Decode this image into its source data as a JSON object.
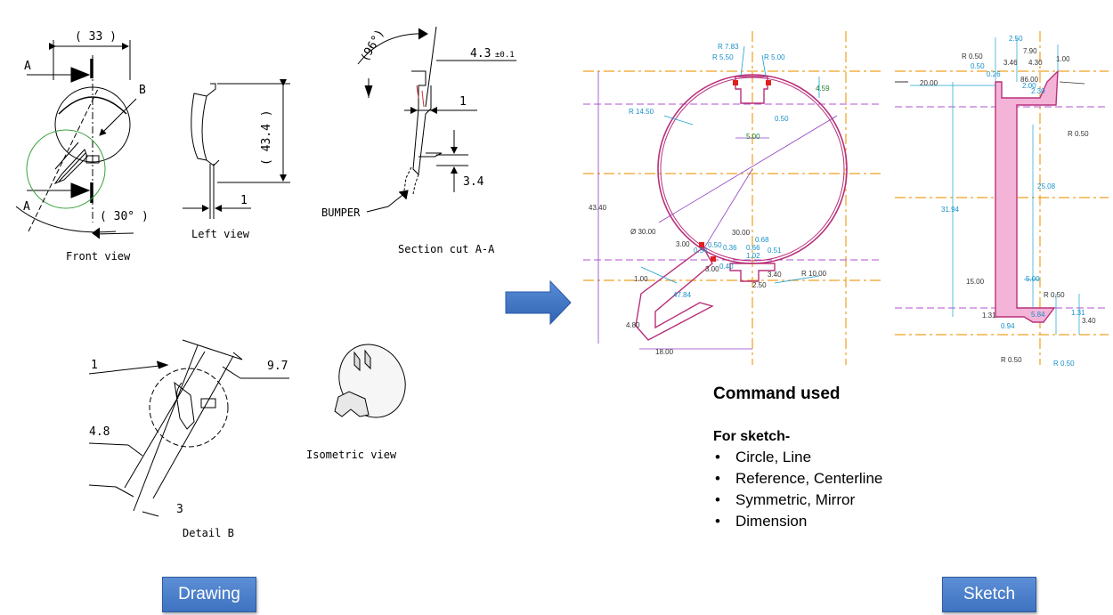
{
  "drawing": {
    "front_view": {
      "caption": "Front view",
      "dim_top": "( 33 )",
      "label_a_top": "A",
      "label_a_bottom": "A",
      "label_b": "B",
      "angle": "( 30° )"
    },
    "left_view": {
      "caption": "Left view",
      "dim_height": "( 43.4 )",
      "dim_thickness": "1"
    },
    "section": {
      "caption": "Section cut A-A",
      "angle": "(96°)",
      "dim_top": "4.3",
      "tolerance": "±0.1",
      "dim_one": "1",
      "dim_step": "3.4",
      "bumper": "BUMPER"
    },
    "detail": {
      "caption": "Detail B",
      "dim_one": "1",
      "dim_width": "9.7",
      "dim_depth": "4.8",
      "dim_small": "3"
    },
    "isometric": {
      "caption": "Isometric view"
    }
  },
  "sketch_front": {
    "labels": {
      "r783": "R 7.83",
      "r550": "R 5.50",
      "r500": "R 5.00",
      "d459": "4.59",
      "r1450": "R 14.50",
      "d050": "0.50",
      "d500": "5.00",
      "d4340": "43.40",
      "dia30": "Ø 30.00",
      "d3000": "30.00",
      "d300a": "3.00",
      "d300b": "3.00",
      "d060": "0.68",
      "d066": "0.66",
      "d051": "0.51",
      "d102": "1.02",
      "d036": "0.36",
      "d040": "0.40",
      "d050b": "0.50",
      "d054": "0.54",
      "r1000": "R 10.00",
      "d340": "3.40",
      "d250": "2.50",
      "d100": "1.00",
      "d480": "4.80",
      "d1800": "18.00",
      "d4784": "47.84"
    }
  },
  "sketch_side": {
    "labels": {
      "d250t": "2.50",
      "d790": "7.90",
      "r050a": "R 0.50",
      "d346": "3.46",
      "d430": "4.30",
      "d100": "1.00",
      "d050": "0.50",
      "d2000": "20.00",
      "d026": "0.26",
      "d8600": "86.00",
      "d200": "2.00",
      "d230": "2.30",
      "r050b": "R 0.50",
      "d2508": "25.08",
      "d3194": "31.94",
      "d1500": "15.00",
      "d500": "5.00",
      "r050c": "R 0.50",
      "d131a": "1.31",
      "d131b": "1.31",
      "d340": "3.40",
      "d094": "0.94",
      "r050d": "R 0.50",
      "r050e": "R 0.50",
      "d584": "5.84"
    }
  },
  "commands": {
    "title": "Command used",
    "subtitle": "For sketch-",
    "items": [
      "Circle, Line",
      "Reference, Centerline",
      "Symmetric, Mirror",
      "Dimension"
    ]
  },
  "buttons": {
    "drawing": "Drawing",
    "sketch": "Sketch"
  },
  "colors": {
    "accent_arrow": "#3a70c0",
    "sketch_pink": "#b8307a",
    "fill_pink": "#f2b6dc",
    "orange": "#f0a020",
    "purple": "#a050c8",
    "cyan": "#20a0d0"
  }
}
